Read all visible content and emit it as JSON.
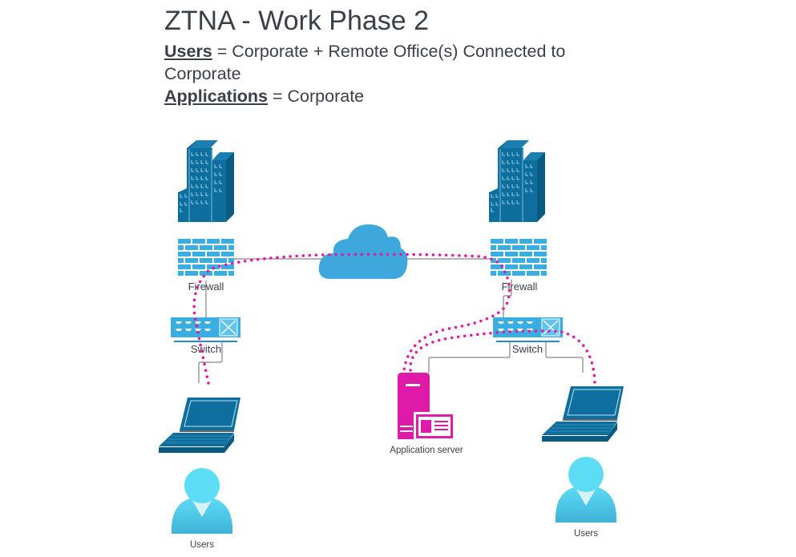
{
  "title": "ZTNA - Work Phase 2",
  "description": {
    "users_label": "Users",
    "users_value": " = Corporate + Remote Office(s) Connected to Corporate",
    "applications_label": "Applications",
    "applications_value": " = Corporate"
  },
  "colors": {
    "text": "#3a4049",
    "building": "#0e6e9e",
    "network_device": "#3aaee0",
    "cloud": "#3ea8dc",
    "flow": "#e01aa8",
    "app_server": "#e01aa8",
    "user": "#5acbe8",
    "wire": "#555555"
  },
  "nodes": {
    "left_firewall": "Firewall",
    "right_firewall": "Firewall",
    "left_switch": "Switch",
    "right_switch": "Switch",
    "app_server": "Application server",
    "left_users": "Users",
    "right_users": "Users"
  },
  "icons": {
    "building": "office-building-icon",
    "firewall": "firewall-icon",
    "switch": "network-switch-icon",
    "cloud": "cloud-icon",
    "laptop": "laptop-icon",
    "server": "application-server-icon",
    "user": "user-icon"
  }
}
